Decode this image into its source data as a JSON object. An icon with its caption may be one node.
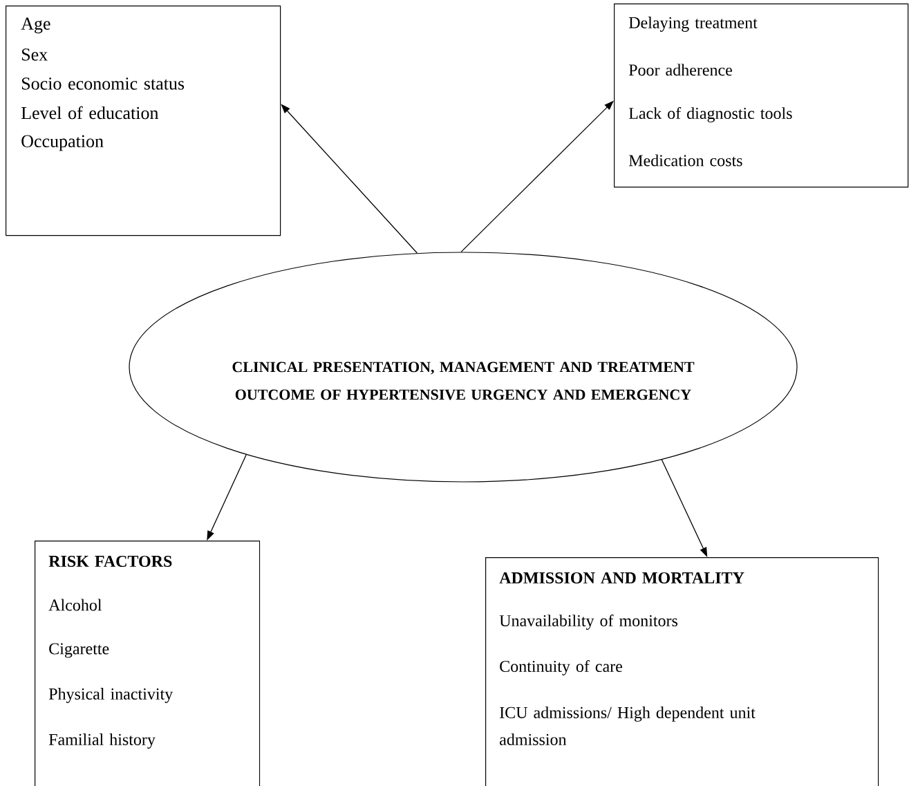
{
  "diagram": {
    "nodes": [
      {
        "text": [
          "Age",
          "Sex",
          "Socio economic status",
          "Level of education",
          "Occupation"
        ]
      },
      {
        "text": [
          "Delaying treatment",
          "Poor adherence",
          "Lack of diagnostic tools",
          "Medication costs"
        ]
      },
      {
        "text": [
          "CLINICAL PRESENTATION, MANAGEMENT AND TREATMENT OUTCOME OF HYPERTENSIVE URGENCY AND EMERGENCY"
        ]
      },
      {
        "text": [
          "RISK FACTORS",
          "Alcohol",
          "Cigarette",
          "Physical inactivity",
          "Familial history"
        ]
      },
      {
        "text": [
          "ADMISSION AND MORTALITY",
          "Unavailability of monitors",
          "Continuity of care",
          "ICU admissions/ High dependent unit admission"
        ]
      }
    ],
    "edges": [
      {
        "from": 2,
        "to": 0,
        "arrow": "to"
      },
      {
        "from": 2,
        "to": 1,
        "arrow": "to"
      },
      {
        "from": 2,
        "to": 3,
        "arrow": "to"
      },
      {
        "from": 2,
        "to": 4,
        "arrow": "to"
      }
    ]
  }
}
